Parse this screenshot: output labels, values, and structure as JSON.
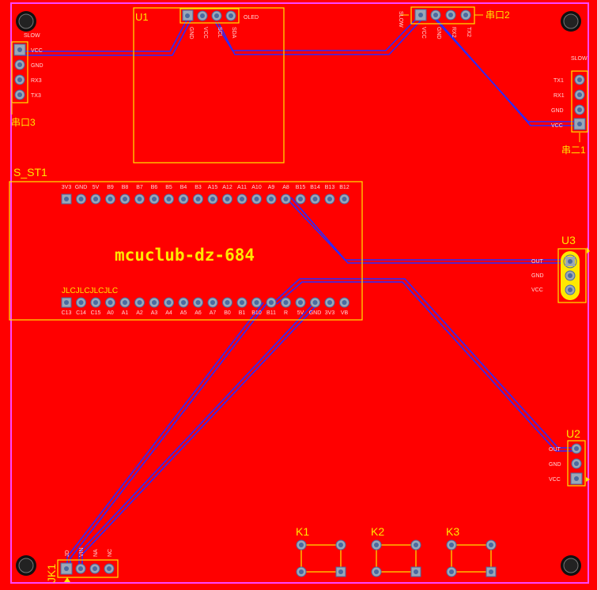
{
  "board": {
    "title": "mcuclub-dz-684",
    "colors": {
      "copper": "#ff0000",
      "silk": "#ffe800",
      "trace": "#2a2aff",
      "pad": "#9aa7b8",
      "outline": "#ff44ff"
    }
  },
  "components": {
    "u1": {
      "ref": "U1",
      "name": "OLED",
      "pins": [
        "GND",
        "VCC",
        "SCL",
        "SDA"
      ]
    },
    "port2": {
      "ref": "串口2",
      "tag": "SLOW",
      "pins": [
        "VCC",
        "GND",
        "RX2",
        "TX2"
      ]
    },
    "port3": {
      "ref": "串口3",
      "tag": "SLOW",
      "pins": [
        "VCC",
        "GND",
        "RX3",
        "TX3"
      ]
    },
    "port1": {
      "ref": "串二1",
      "tag": "SLOW",
      "pins": [
        "TX1",
        "RX1",
        "GND",
        "VCC"
      ]
    },
    "st1": {
      "ref": "S_ST1",
      "silk": "JLCJLCJLCJLC",
      "top_pins": [
        "3V3",
        "GND",
        "5V",
        "B9",
        "B8",
        "B7",
        "B6",
        "B5",
        "B4",
        "B3",
        "A15",
        "A12",
        "A11",
        "A10",
        "A9",
        "A8",
        "B15",
        "B14",
        "B13",
        "B12"
      ],
      "bottom_pins": [
        "C13",
        "C14",
        "C15",
        "A0",
        "A1",
        "A2",
        "A3",
        "A4",
        "A5",
        "A6",
        "A7",
        "B0",
        "B1",
        "B10",
        "B11",
        "R",
        "5V",
        "GND",
        "3V3",
        "VB"
      ]
    },
    "u3": {
      "ref": "U3",
      "pins": [
        "OUT",
        "GND",
        "VCC"
      ]
    },
    "u2": {
      "ref": "U2",
      "pins": [
        "OUT",
        "GND",
        "VCC"
      ]
    },
    "jk1": {
      "ref": "JK1",
      "pins": [
        "JD",
        "VIN",
        "NA",
        "NC"
      ]
    },
    "k1": {
      "ref": "K1"
    },
    "k2": {
      "ref": "K2"
    },
    "k3": {
      "ref": "K3"
    }
  }
}
